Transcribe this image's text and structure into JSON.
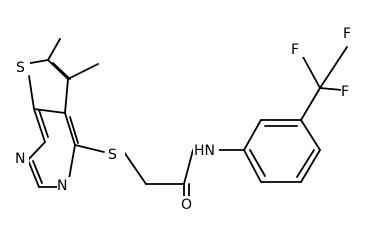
{
  "molecule": {
    "atoms": {
      "S_thiophene": "S",
      "N_pyrimidine_1": "N",
      "N_pyrimidine_3": "N",
      "S_thioether": "S",
      "N_amide": "HN",
      "O_carbonyl": "O",
      "F_1": "F",
      "F_2": "F",
      "F_3": "F"
    }
  }
}
